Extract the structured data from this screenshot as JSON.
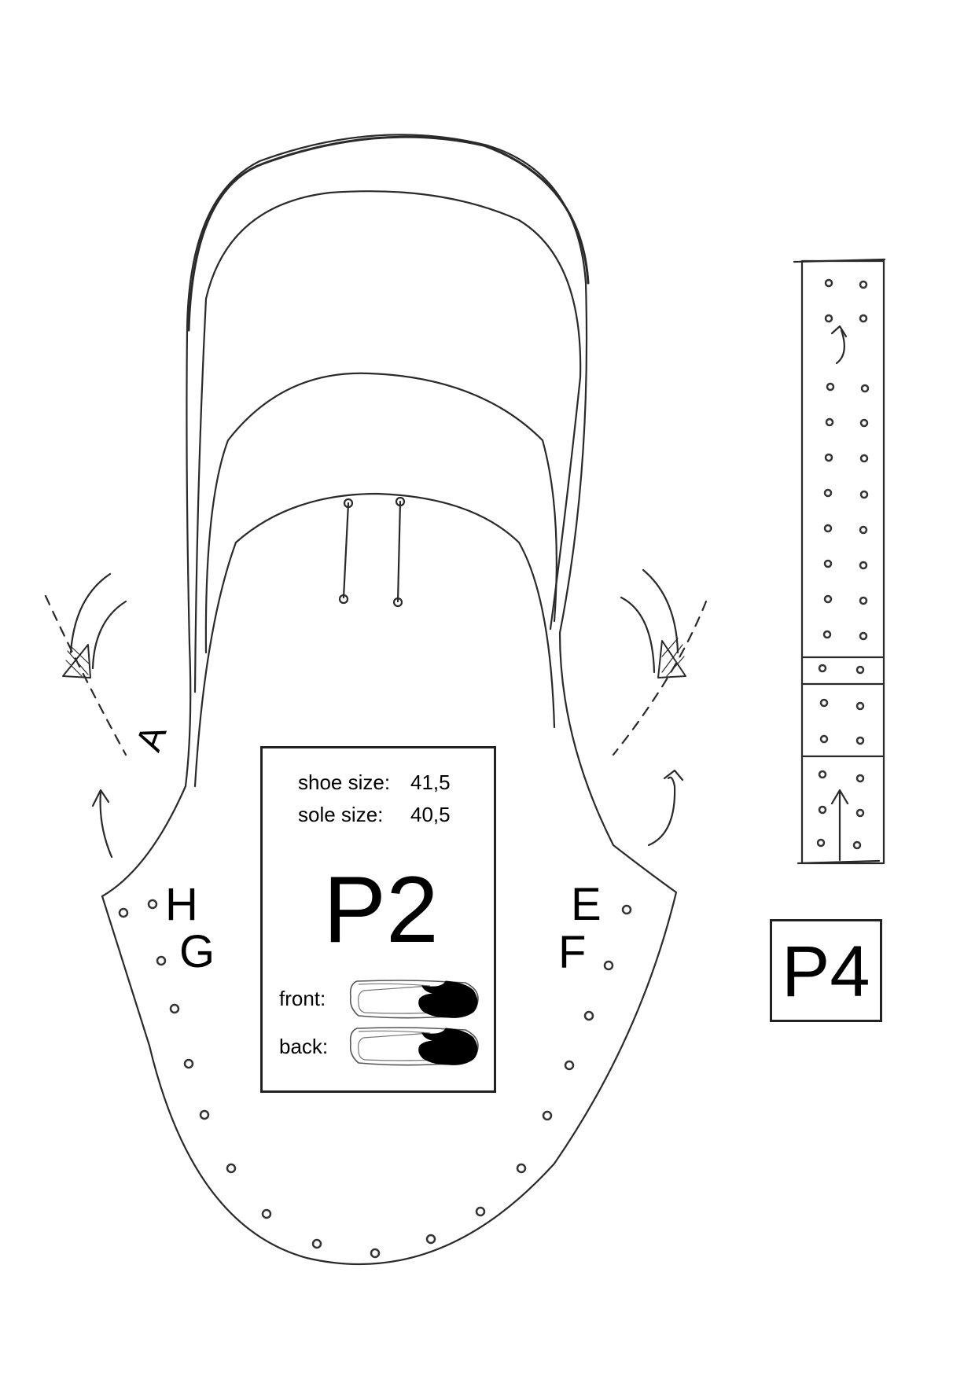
{
  "pattern": {
    "piece_main": "P2",
    "piece_strap": "P4",
    "shoe_size_label": "shoe size:",
    "shoe_size_value": "41,5",
    "sole_size_label": "sole size:",
    "sole_size_value": "40,5",
    "front_label": "front:",
    "back_label": "back:",
    "markers": {
      "left_top": "H",
      "left_bottom": "G",
      "right_top": "E",
      "right_bottom": "F",
      "tab_letter": "A"
    }
  },
  "colors": {
    "ink": "#222222",
    "sole_fill": "#000000",
    "paper": "#ffffff"
  }
}
